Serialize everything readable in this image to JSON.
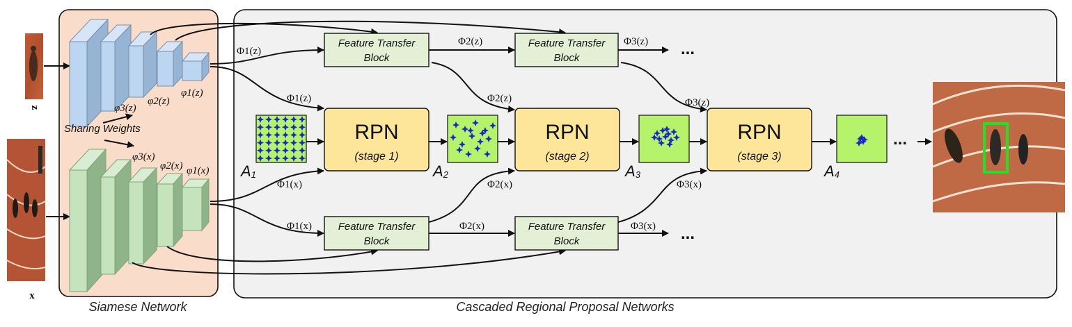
{
  "siamese": {
    "caption": "Siamese Network",
    "sharing": "Sharing Weights",
    "z_letter": "z",
    "x_letter": "x",
    "phi3z": "φ3(z)",
    "phi2z": "φ2(z)",
    "phi1z": "φ1(z)",
    "phi3x": "φ3(x)",
    "phi2x": "φ2(x)",
    "phi1x": "φ1(x)"
  },
  "crpn": {
    "caption": "Cascaded Regional Proposal Networks",
    "ftb_line1": "Feature Transfer",
    "ftb_line2": "Block",
    "rpn_title": "RPN",
    "stages": [
      "(stage 1)",
      "(stage 2)",
      "(stage 3)"
    ],
    "anchors": [
      "A1",
      "A2",
      "A3",
      "A4"
    ],
    "edge_labels": {
      "z1_top": "Φ1(z)",
      "z2_top": "Φ2(z)",
      "z3_top": "Φ3(z)",
      "z1_mid": "Φ1(z)",
      "z2_mid": "Φ2(z)",
      "z3_mid": "Φ3(z)",
      "x1_mid": "Φ1(x)",
      "x2_mid": "Φ2(x)",
      "x3_mid": "Φ3(x)",
      "x1_bot": "Φ1(x)",
      "x2_bot": "Φ2(x)",
      "x3_bot": "Φ3(x)"
    },
    "ellipsis": "..."
  },
  "colors": {
    "siamese_bg": "#f9dcc9",
    "crpn_bg": "#f1f1f1",
    "z_branch": "#bcd6f2",
    "x_branch": "#c5e3bc",
    "ftb_fill": "#e4f0d6",
    "rpn_fill": "#fde59a",
    "anchor_fill": "#b5f36a",
    "anchor_marks": "#1a26c8",
    "box_output": "#22e022"
  }
}
